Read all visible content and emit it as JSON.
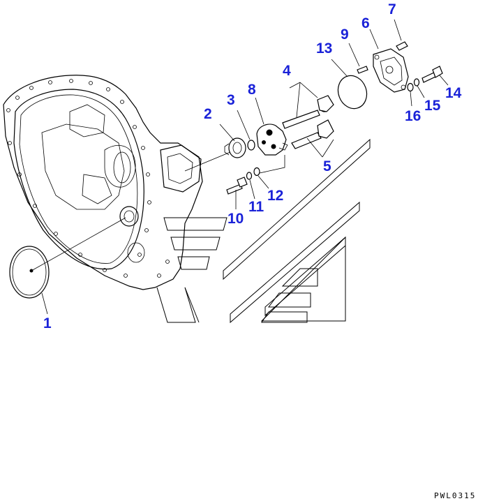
{
  "labels": {
    "1": "1",
    "2": "2",
    "3": "3",
    "4": "4",
    "5": "5",
    "6": "6",
    "7": "7",
    "8": "8",
    "9": "9",
    "10": "10",
    "11": "11",
    "12": "12",
    "13": "13",
    "14": "14",
    "15": "15",
    "16": "16"
  },
  "drawing_code": "PWL0315",
  "colors": {
    "label": "#1a22d8",
    "line": "#000000"
  }
}
